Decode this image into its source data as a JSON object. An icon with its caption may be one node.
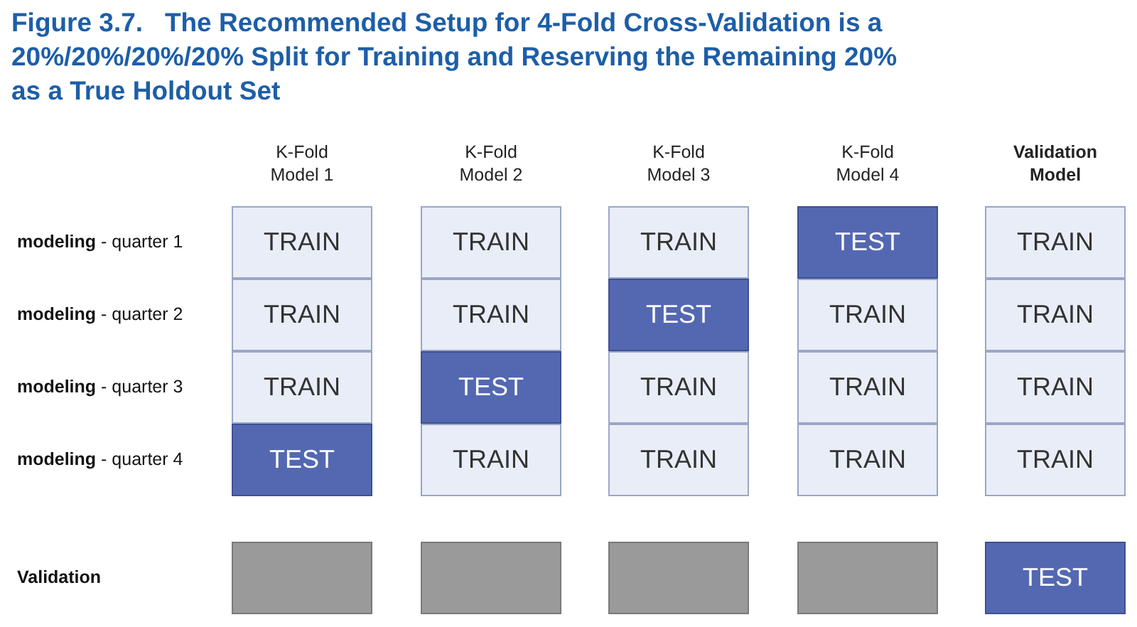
{
  "diagram": {
    "title": "Figure 3.7.   The Recommended Setup for 4-Fold Cross-Validation is a 20%/20%/20%/20% Split for Training and Reserving the Remaining 20% as a True Holdout Set",
    "nodes": [
      {
        "text": [
          "TRAIN"
        ]
      },
      {
        "text": [
          "TRAIN"
        ]
      },
      {
        "text": [
          "TRAIN"
        ]
      },
      {
        "text": [
          "TEST"
        ]
      },
      {
        "text": [
          "TRAIN"
        ]
      },
      {
        "text": [
          "TRAIN"
        ]
      },
      {
        "text": [
          "TRAIN"
        ]
      },
      {
        "text": [
          "TEST"
        ]
      },
      {
        "text": [
          "TRAIN"
        ]
      },
      {
        "text": [
          "TRAIN"
        ]
      },
      {
        "text": [
          "TRAIN"
        ]
      },
      {
        "text": [
          "TEST"
        ]
      },
      {
        "text": [
          "TRAIN"
        ]
      },
      {
        "text": [
          "TRAIN"
        ]
      },
      {
        "text": [
          "TRAIN"
        ]
      },
      {
        "text": [
          "TEST"
        ]
      },
      {
        "text": [
          "TRAIN"
        ]
      },
      {
        "text": [
          "TRAIN"
        ]
      },
      {
        "text": [
          "TRAIN"
        ]
      },
      {
        "text": [
          "TRAIN"
        ]
      },
      {
        "text": [],
        "shape": "box"
      },
      {
        "text": [],
        "shape": "box"
      },
      {
        "text": [],
        "shape": "box"
      },
      {
        "text": [],
        "shape": "box"
      },
      {
        "text": [
          "TEST"
        ]
      }
    ],
    "labels": [
      "K-Fold Model 1",
      "K-Fold Model 2",
      "K-Fold Model 3",
      "K-Fold Model 4",
      "Validation Model",
      "**modeling** - quarter 1",
      "**modeling** - quarter 2",
      "**modeling** - quarter 3",
      "**modeling** - quarter 4",
      "Validation"
    ]
  }
}
